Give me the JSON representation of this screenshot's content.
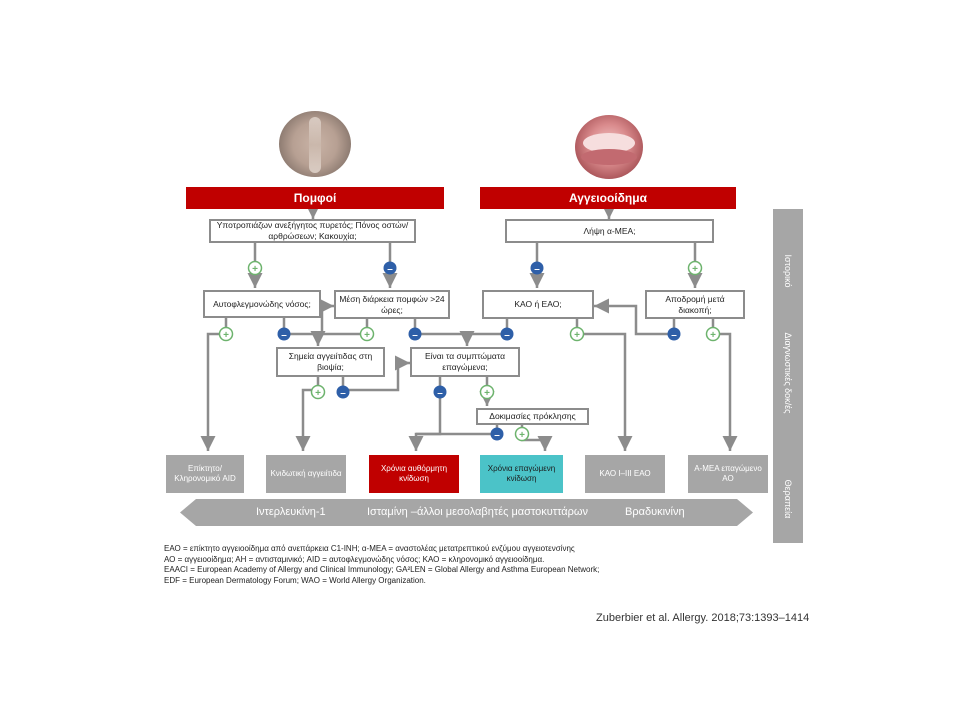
{
  "headers": {
    "wheals": "Πομφοί",
    "angioedema": "Αγγειοοίδημα"
  },
  "boxes": {
    "fever": "Υποτροπιάζων ανεξήγητος πυρετός; Πόνος οστών/αρθρώσεων; Κακουχία;",
    "acei": "Λήψη α-ΜΕΑ;",
    "autoinflammatory": "Αυτοφλεγμονώδης νόσος;",
    "duration": "Μέση διάρκεια πομφών >24 ώρες;",
    "hae_aae": "ΚΑΟ ή ΕΑΟ;",
    "remission": "Αποδρομή μετά διακοπή;",
    "vasculitis_biopsy": "Σημεία αγγειίτιδας στη βιοψία;",
    "inducible": "Είναι τα συμπτώματα επαγώμενα;",
    "provocation": "Δοκιμασίες πρόκλησης"
  },
  "outcomes": {
    "aid": "Επίκτητο/ Κληρονομικό AID",
    "uv": "Κνιδωτική αγγειίτιδα",
    "csu": "Χρόνια αυθόρμητη κνίδωση",
    "cindu": "Χρόνια επαγώμενη κνίδωση",
    "hae": "ΚΑΟ I–III ΕΑΟ",
    "acei_ae": "Α-ΜΕΑ επαγώμενο ΑΟ"
  },
  "signs": {
    "plus": "+",
    "minus": "–"
  },
  "sidebar": {
    "history": "Ιστορικό",
    "diagnostic_tests": "Διαγνωστικές δοκ/ές",
    "therapy": "Θεραπεία"
  },
  "mediators": {
    "il1": "Ιντερλευκίνη-1",
    "histamine": "Ισταμίνη –άλλοι μεσολαβητές μαστοκυττάρων",
    "bradykinin": "Βραδυκινίνη"
  },
  "footnotes": [
    "ΕΑΟ = επίκτητο αγγειοοίδημα από ανεπάρκεια C1-INH; α-ΜΕΑ = αναστολέας μετατρεπτικού ενζύμου αγγειοτενσίνης",
    "ΑΟ = αγγειοοίδημα; ΑΗ = αντισταμινικό; AID = αυτοφλεγμονώδης νόσος; ΚΑΟ = κληρονομικό αγγειοοίδημα.",
    "EAACI = European Academy of Allergy and Clinical Immunology; GA²LEN = Global Allergy and Asthma European Network;",
    "EDF = European Dermatology Forum; WAO = World Allergy Organization."
  ],
  "citation": "Zuberbier et al. Allergy. 2018;73:1393–1414",
  "colors": {
    "header_red": "#c00000",
    "box_border": "#8c8c8c",
    "outcome_gray": "#a6a6a6",
    "outcome_cyan": "#4bc3c8",
    "minus_blue": "#2e5fa8",
    "plus_green": "#6db36d"
  }
}
